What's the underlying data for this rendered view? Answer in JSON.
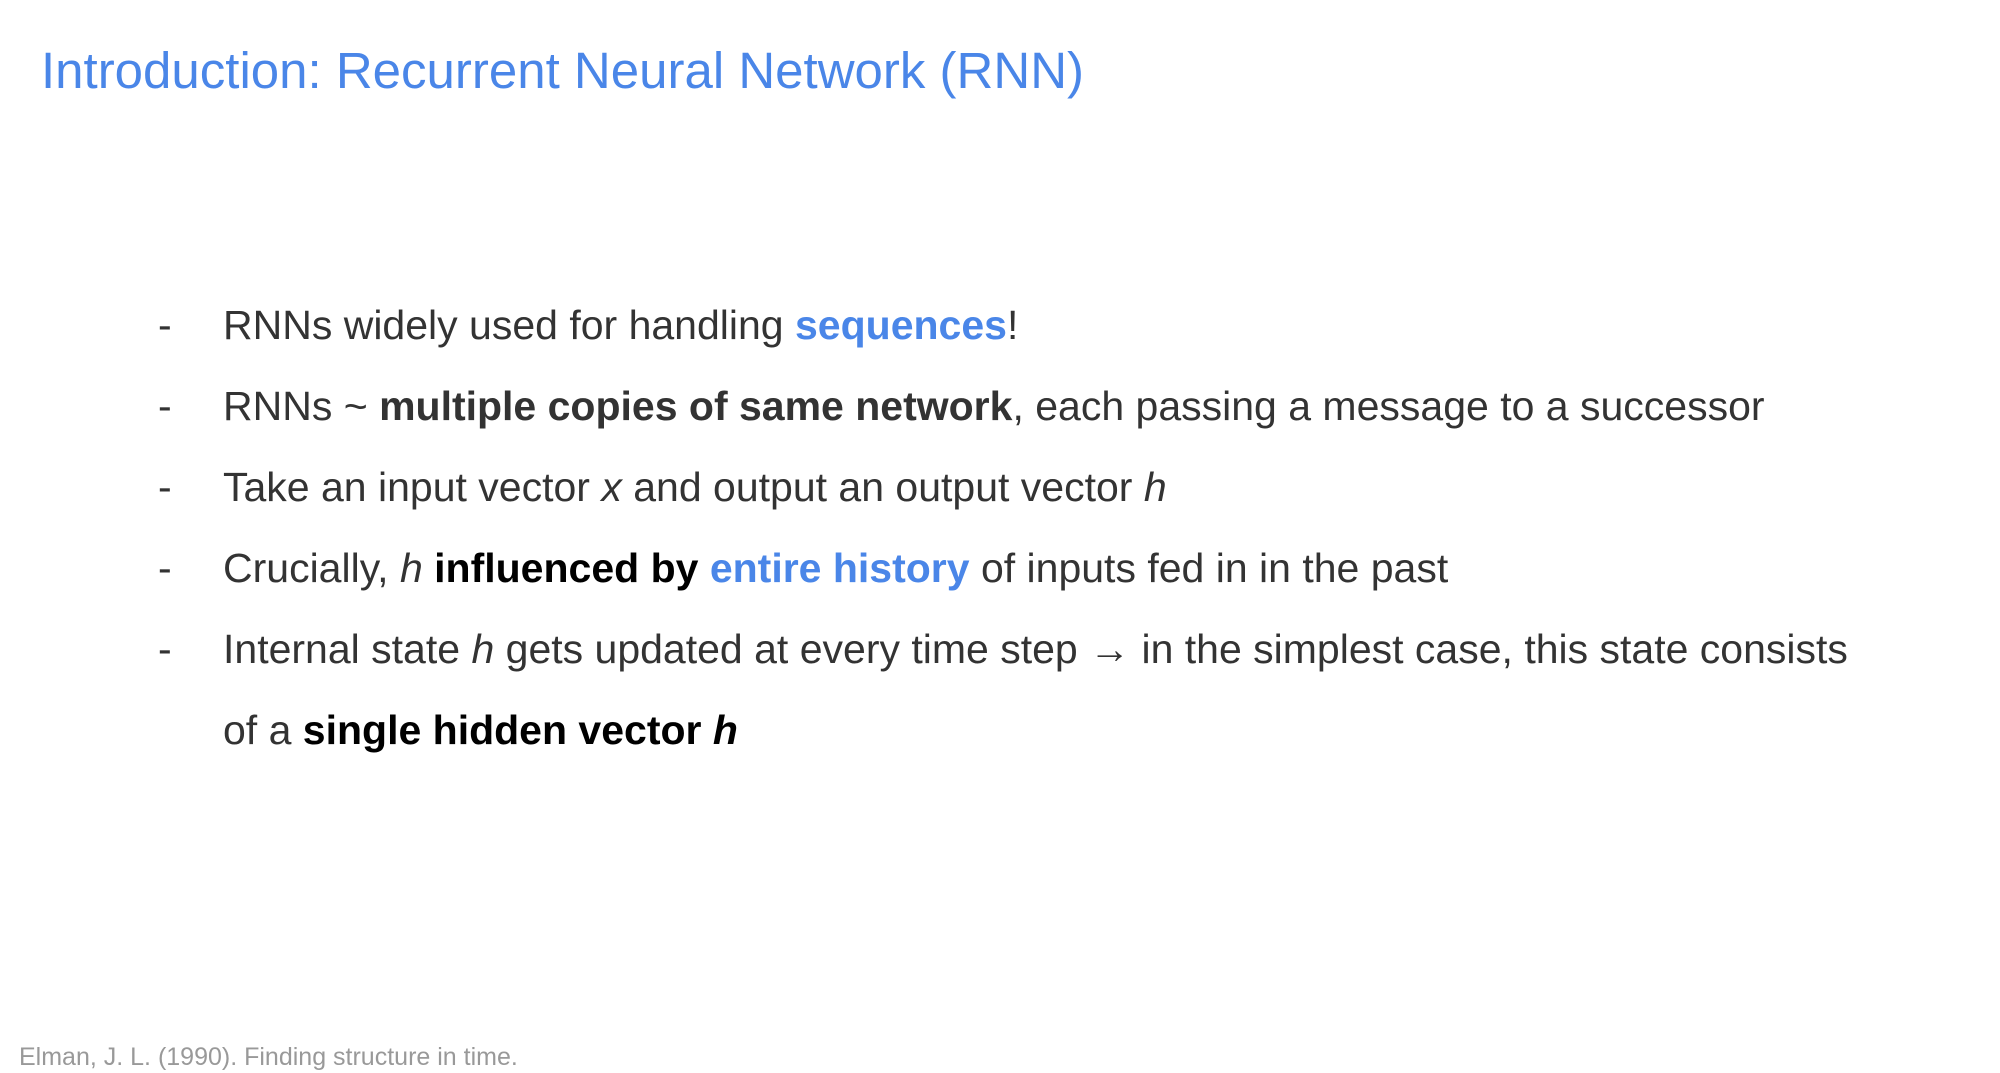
{
  "slide": {
    "title": "Introduction: Recurrent Neural Network (RNN)",
    "bullet_marker": "-",
    "bullets": [
      {
        "segments": [
          {
            "text": "RNNs widely used for handling "
          },
          {
            "text": "sequences"
          },
          {
            "text": "!"
          }
        ]
      },
      {
        "segments": [
          {
            "text": "RNNs ~ "
          },
          {
            "text": "multiple copies of same network"
          },
          {
            "text": ", each passing a message to a successor"
          }
        ]
      },
      {
        "segments": [
          {
            "text": "Take an input vector "
          },
          {
            "text": "x"
          },
          {
            "text": " and output an output vector "
          },
          {
            "text": "h"
          }
        ]
      },
      {
        "segments": [
          {
            "text": "Crucially, "
          },
          {
            "text": "h"
          },
          {
            "text": " "
          },
          {
            "text": "influenced by"
          },
          {
            "text": " "
          },
          {
            "text": "entire history"
          },
          {
            "text": " of inputs fed in in the past"
          }
        ]
      },
      {
        "segments": [
          {
            "text": "Internal state "
          },
          {
            "text": "h"
          },
          {
            "text": " gets updated at every time step → in the simplest case, this state consists of a "
          },
          {
            "text": "single hidden vector "
          },
          {
            "text": "h"
          }
        ]
      }
    ],
    "citation": "Elman, J. L. (1990). Finding structure in time."
  },
  "colors": {
    "accent_blue": "#4a86e8",
    "body_text": "#333333",
    "emphasis_text": "#000000",
    "citation_text": "#999999"
  }
}
